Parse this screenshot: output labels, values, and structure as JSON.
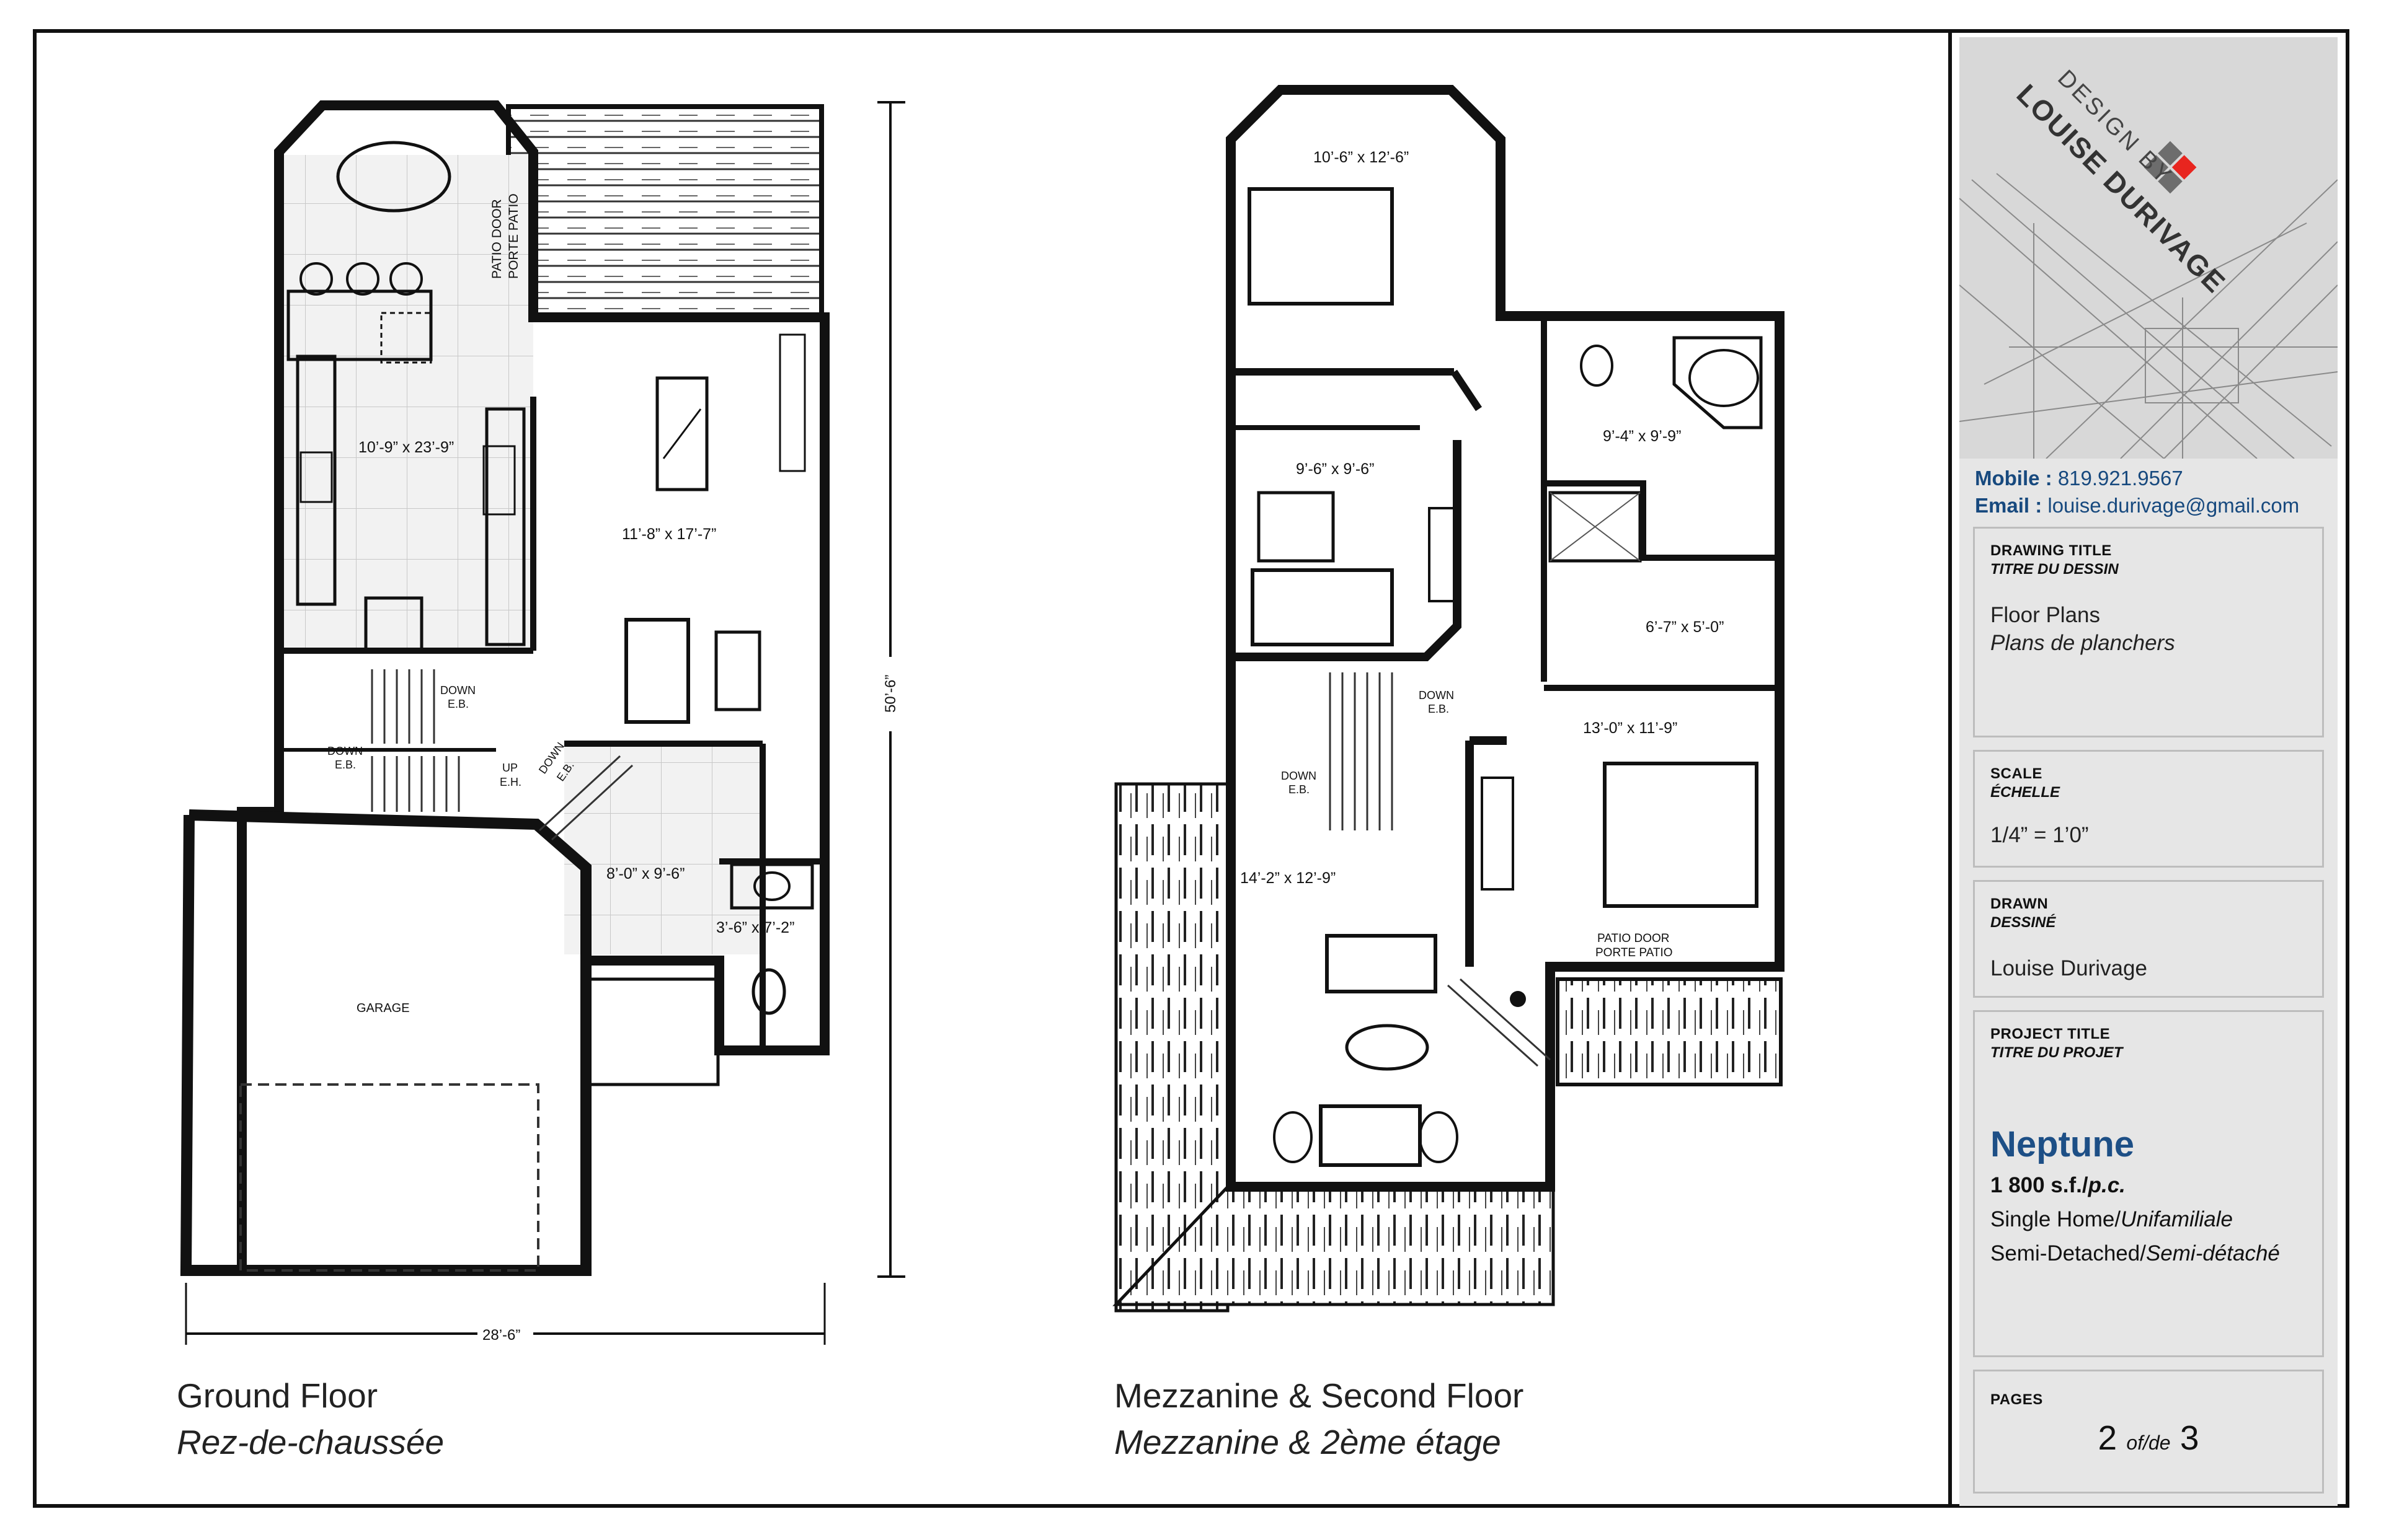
{
  "brand": {
    "design_by": "DESIGN BY",
    "name": "LOUISE DURIVAGE",
    "accent_color": "#e8251f",
    "gray_color": "#6d6d6d"
  },
  "contact": {
    "mobile_label": "Mobile :",
    "mobile": "819.921.9567",
    "email_label": "Email :",
    "email": "louise.durivage@gmail.com",
    "color": "#17497e"
  },
  "title_block": {
    "drawing_title": {
      "label_en": "DRAWING TITLE",
      "label_fr": "TITRE DU DESSIN",
      "value_en": "Floor Plans",
      "value_fr": "Plans de planchers"
    },
    "scale": {
      "label_en": "SCALE",
      "label_fr": "ÉCHELLE",
      "value": "1/4” = 1’0”"
    },
    "drawn": {
      "label_en": "DRAWN",
      "label_fr": "DESSINÉ",
      "value": "Louise Durivage"
    },
    "project": {
      "label_en": "PROJECT TITLE",
      "label_fr": "TITRE DU PROJET",
      "name": "Neptune",
      "area": "1 800 s.f./",
      "area_fr": "p.c.",
      "type1_en": "Single Home/",
      "type1_fr": "Unifamiliale",
      "type2_en": "Semi-Detached/",
      "type2_fr": "Semi-détaché"
    },
    "pages": {
      "label": "PAGES",
      "current": "2",
      "sep": "of/de",
      "total": "3"
    }
  },
  "ground_floor": {
    "title_en": "Ground Floor",
    "title_fr": "Rez-de-chaussée",
    "kitchen_dims": "10’-9” x 23’-9”",
    "living_dims": "11’-8” x 17’-7”",
    "hall_dims": "8’-0” x 9’-6”",
    "bath_dims": "3’-6” x 7’-2”",
    "patio_door_en": "PATIO DOOR",
    "patio_door_fr": "PORTE PATIO",
    "down1": "DOWN",
    "down1_fr": "E.B.",
    "down2": "DOWN",
    "down2_fr": "E.B.",
    "up": "UP",
    "up_fr": "E.H.",
    "down3": "DOWN",
    "down3_fr": "E.B.",
    "garage": "GARAGE",
    "width": "28’-6”",
    "depth": "50’-6”"
  },
  "second_floor": {
    "title_en": "Mezzanine & Second Floor",
    "title_fr": "Mezzanine & 2ème étage",
    "bed1_dims": "10’-6” x 12’-6”",
    "bed2_dims": "9’-6” x 9’-6”",
    "bath_dims": "9’-4” x 9’-9”",
    "walkin_dims": "6’-7” x 5’-0”",
    "master_dims": "13’-0” x 11’-9”",
    "mezz_dims": "14’-2” x 12’-9”",
    "down1": "DOWN",
    "down1_fr": "E.B.",
    "down2": "DOWN",
    "down2_fr": "E.B.",
    "patio_door_en": "PATIO DOOR",
    "patio_door_fr": "PORTE PATIO"
  }
}
